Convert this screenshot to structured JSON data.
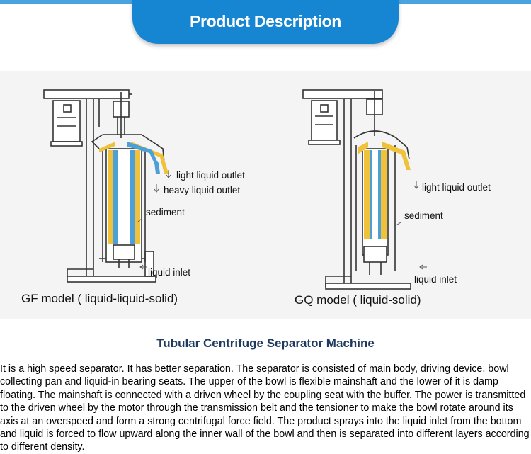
{
  "header": {
    "title": "Product Description"
  },
  "figure": {
    "left": {
      "caption": "GF model ( liquid-liquid-solid)",
      "labels": {
        "light": "light liquid outlet",
        "heavy": "heavy liquid outlet",
        "sediment": "sediment",
        "inlet": "liquid inlet"
      }
    },
    "right": {
      "caption": "GQ model ( liquid-solid)",
      "labels": {
        "light": "light liquid outlet",
        "sediment": "sediment",
        "inlet": "liquid inlet"
      }
    }
  },
  "section": {
    "heading": "Tubular Centrifuge Separator Machine",
    "paragraph": "It is a high speed separator. It has better separation. The separator is consisted of main body, driving device, bowl collecting pan and liquid-in bearing seats. The upper of the bowl is flexible mainshaft and the lower of it is damp floating. The mainshaft is connected with a driven wheel by the coupling seat with the buffer. The power is transmitted to the driven wheel by the motor through the transmission belt and the tensioner to make the bowl rotate around its axis at an overspeed and form a strong centrifugal force field. The product sprays into the liquid inlet from the bottom and liquid is forced to flow upward along the inner wall of the bowl and then is separated into different layers according to different density."
  },
  "colors": {
    "tab": "#1686d2",
    "yellow": "#f0c23c",
    "blue": "#4d9fd8",
    "heading": "#1f3a5f"
  }
}
